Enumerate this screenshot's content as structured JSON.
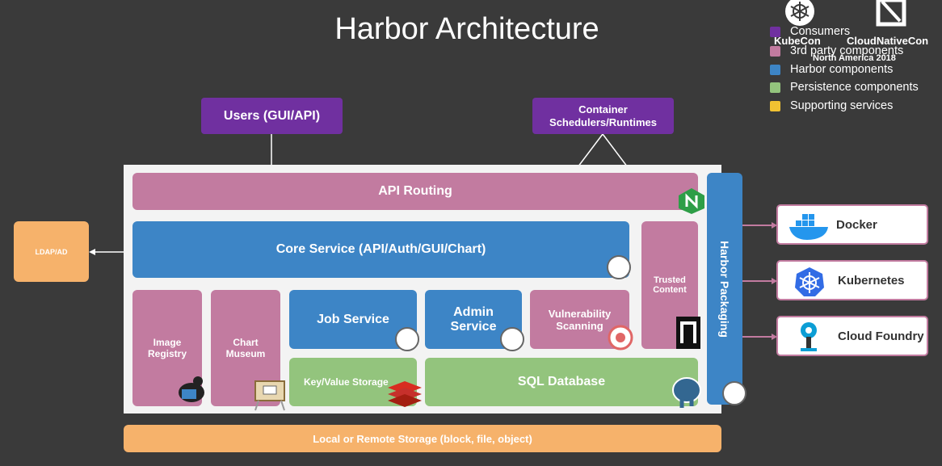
{
  "title": "Harbor Architecture",
  "legend": [
    {
      "label": "Consumers",
      "color": "#7030a0"
    },
    {
      "label": "3rd party components",
      "color": "#c27ba0"
    },
    {
      "label": "Harbor components",
      "color": "#3d85c6"
    },
    {
      "label": "Persistence components",
      "color": "#93c47d"
    },
    {
      "label": "Supporting services",
      "color": "#f1c232"
    }
  ],
  "logos": {
    "kubecon": "KubeCon",
    "cloudnativecon": "CloudNativeCon",
    "event": "North America 2018"
  },
  "consumers": {
    "users": "Users (GUI/API)",
    "schedulers": "Container Schedulers/Runtimes"
  },
  "boxes": {
    "api_routing": "API Routing",
    "core_service": "Core Service (API/Auth/GUI/Chart)",
    "trusted_content": "Trusted Content",
    "image_registry": "Image Registry",
    "chart_museum": "Chart Museum",
    "job_service": "Job Service",
    "admin_service": "Admin Service",
    "vuln_scanning": "Vulnerability Scanning",
    "kv_storage": "Key/Value Storage",
    "sql_database": "SQL Database",
    "harbor_packaging": "Harbor Packaging",
    "local_storage": "Local or Remote Storage (block, file, object)",
    "ldap": "LDAP/AD"
  },
  "targets": {
    "docker": "Docker",
    "kubernetes": "Kubernetes",
    "cloud_foundry": "Cloud Foundry"
  }
}
